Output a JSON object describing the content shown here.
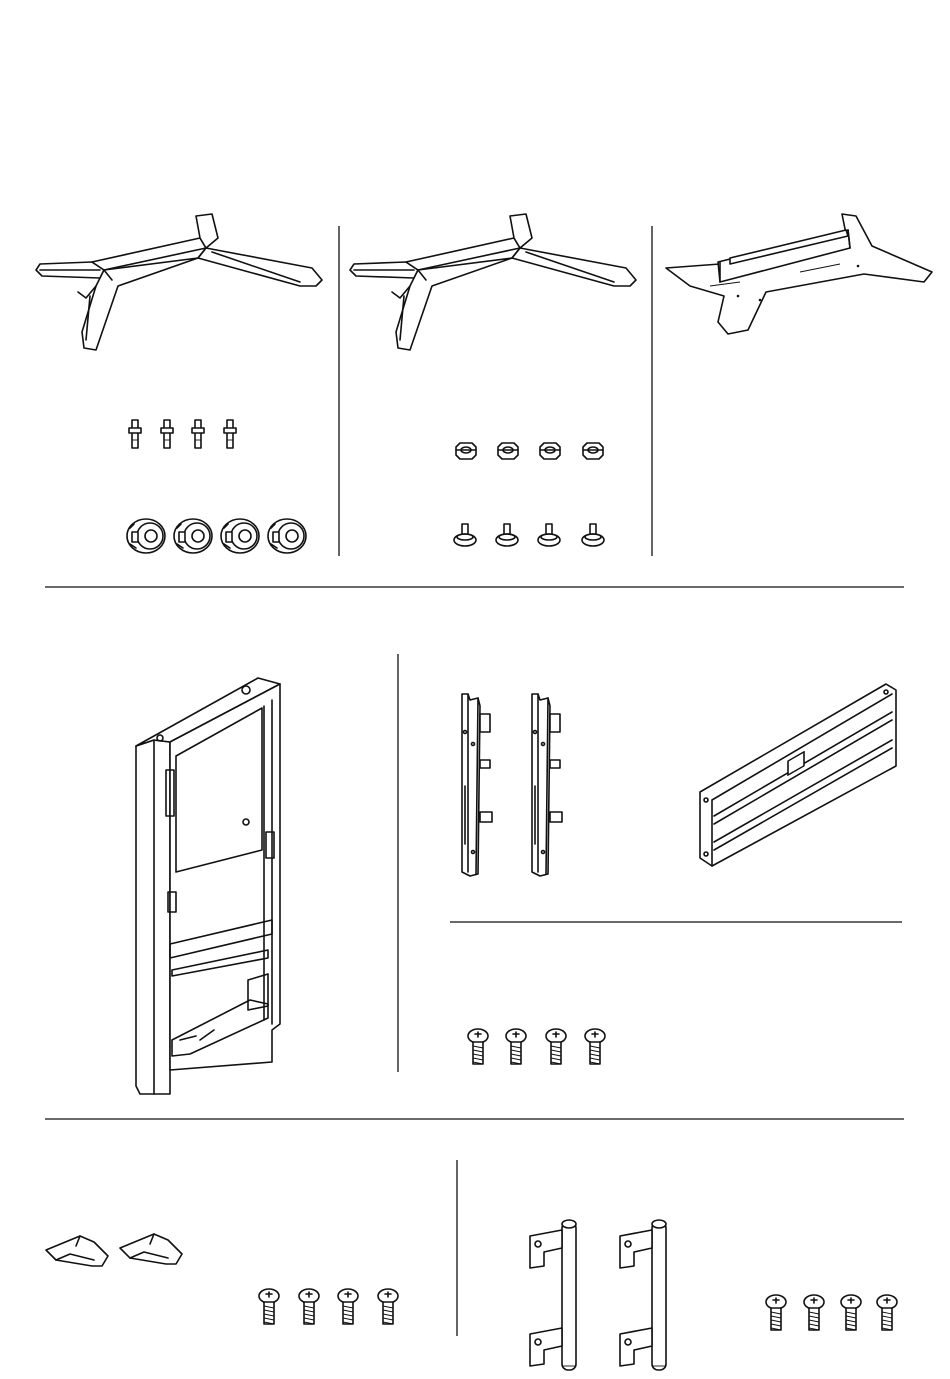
{
  "document": {
    "type": "parts-diagram",
    "text": [],
    "line_color": "#111111",
    "background": "#ffffff"
  },
  "groups": [
    {
      "id": "base-parts",
      "items": [
        "tripod-leg-base",
        "leveling-foot",
        "caster-wheel"
      ]
    },
    {
      "id": "base-alt-parts",
      "items": [
        "tripod-leg-base",
        "hex-nut",
        "leveling-glide"
      ]
    },
    {
      "id": "flat-base",
      "items": [
        "flat-tripod-plate"
      ]
    },
    {
      "id": "column",
      "items": [
        "column-frame"
      ]
    },
    {
      "id": "mount-parts",
      "items": [
        "vertical-bracket",
        "horizontal-rail",
        "button-head-screw"
      ]
    },
    {
      "id": "cover-parts",
      "items": [
        "end-cap",
        "button-head-screw"
      ]
    },
    {
      "id": "handle-parts",
      "items": [
        "handle-bar",
        "button-head-screw"
      ]
    }
  ]
}
